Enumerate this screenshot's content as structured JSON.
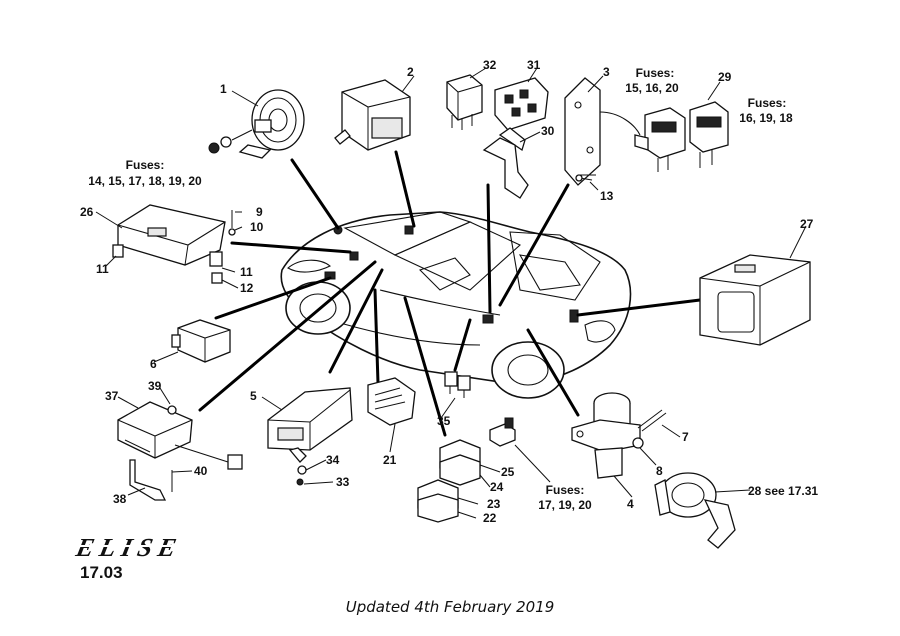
{
  "callouts": {
    "c1": "1",
    "c2": "2",
    "c3": "3",
    "c4": "4",
    "c5": "5",
    "c6": "6",
    "c7": "7",
    "c8": "8",
    "c9": "9",
    "c10": "10",
    "c11a": "11",
    "c11b": "11",
    "c12": "12",
    "c13": "13",
    "c21": "21",
    "c22": "22",
    "c23": "23",
    "c24": "24",
    "c25": "25",
    "c26": "26",
    "c27": "27",
    "c28": "28 see 17.31",
    "c29": "29",
    "c30": "30",
    "c31": "31",
    "c32": "32",
    "c33": "33",
    "c34": "34",
    "c35": "35",
    "c37": "37",
    "c38": "38",
    "c39": "39",
    "c40": "40"
  },
  "fuse_labels": {
    "a": {
      "heading": "Fuses:",
      "values": "14, 15, 17, 18, 19, 20"
    },
    "b": {
      "heading": "Fuses:",
      "values": "15, 16, 20"
    },
    "c": {
      "heading": "Fuses:",
      "values": "16, 19, 18"
    },
    "d": {
      "heading": "Fuses:",
      "values": "17, 19, 20"
    }
  },
  "logo": "ELISE",
  "page_code": "17.03",
  "updated": "Updated 4th February 2019"
}
